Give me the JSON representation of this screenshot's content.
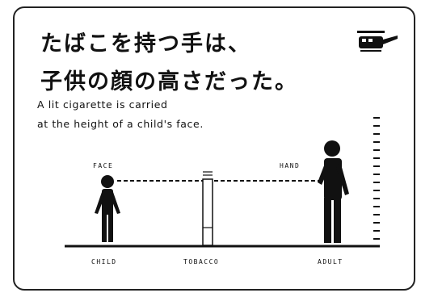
{
  "title_line1": "たばこを持つ手は、",
  "title_line2": "子供の顔の高さだった。",
  "subtitle_line1": "A lit cigarette is carried",
  "subtitle_line2": "at the height of a child's face.",
  "labels": {
    "face": "FACE",
    "hand": "HAND",
    "child": "CHILD",
    "tobacco": "TOBACCO",
    "adult": "ADULT"
  },
  "icons": {
    "logo": "helicopter-logo-icon"
  }
}
